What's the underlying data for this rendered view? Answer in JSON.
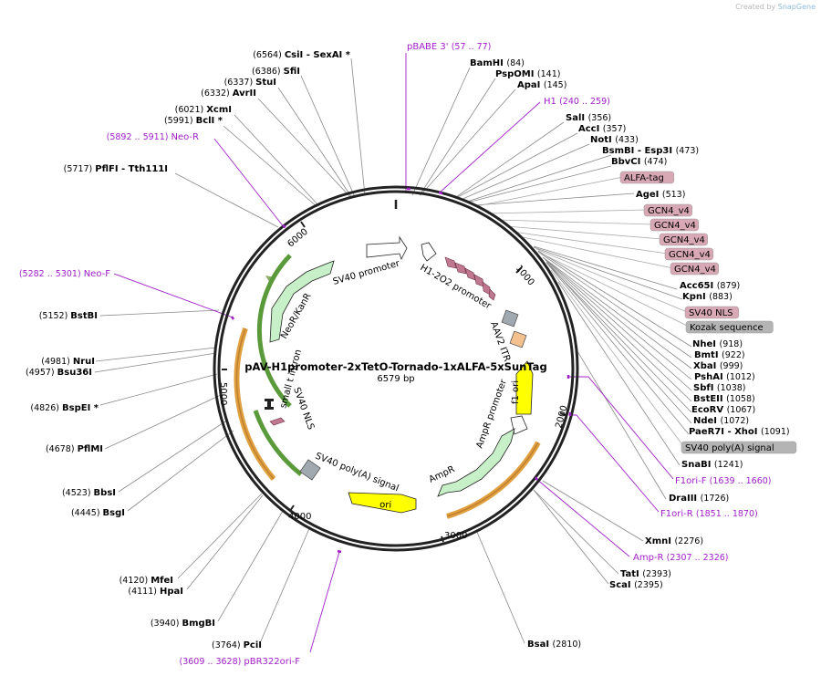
{
  "credit": {
    "prefix": "Created by",
    "brand": "SnapGene"
  },
  "plasmid": {
    "name": "pAV-H1promoter-2xTetO-Tornado-1xALFA-5xSunTag",
    "length": "6579 bp"
  },
  "ticks": [
    "1000",
    "2000",
    "3000",
    "4000",
    "5000",
    "6000"
  ],
  "feature_labels": {
    "sv40_promoter": "SV40 promoter",
    "h1_2o2_promoter": "H1-2O2 promoter",
    "aav2_itr": "AAV2 ITR",
    "f1_ori": "f1 ori",
    "ampr_promoter": "AmpR promoter",
    "ampr": "AmpR",
    "ori": "ori",
    "sv40_polya": "SV40 poly(A) signal",
    "sv40_nls": "SV40 NLS",
    "small_t_intron": "small t intron",
    "neor_kanr": "NeoR/KanR"
  },
  "sites": [
    {
      "pos": "(6564)",
      "name": "CsiI",
      "extra": "- SexAI *"
    },
    {
      "pos": "(6386)",
      "name": "SfiI"
    },
    {
      "pos": "(6337)",
      "name": "StuI"
    },
    {
      "pos": "(6332)",
      "name": "AvrII"
    },
    {
      "pos": "(6021)",
      "name": "XcmI"
    },
    {
      "pos": "(5991)",
      "name": "BclI *"
    },
    {
      "pos": "(5717)",
      "name": "PflFI",
      "extra": "- Tth111I"
    },
    {
      "pos": "(5152)",
      "name": "BstBI"
    },
    {
      "pos": "(4981)",
      "name": "NruI"
    },
    {
      "pos": "(4957)",
      "name": "Bsu36I"
    },
    {
      "pos": "(4826)",
      "name": "BspEI *"
    },
    {
      "pos": "(4678)",
      "name": "PflMI"
    },
    {
      "pos": "(4523)",
      "name": "BbsI"
    },
    {
      "pos": "(4445)",
      "name": "BsgI"
    },
    {
      "pos": "(4120)",
      "name": "MfeI"
    },
    {
      "pos": "(4111)",
      "name": "HpaI"
    },
    {
      "pos": "(3940)",
      "name": "BmgBI"
    },
    {
      "pos": "(3764)",
      "name": "PciI"
    },
    {
      "name": "BamHI",
      "pos": "(84)"
    },
    {
      "name": "PspOMI",
      "pos": "(141)"
    },
    {
      "name": "ApaI",
      "pos": "(145)"
    },
    {
      "name": "SalI",
      "pos": "(356)"
    },
    {
      "name": "AccI",
      "pos": "(357)"
    },
    {
      "name": "NotI",
      "pos": "(433)"
    },
    {
      "name": "BsmBI",
      "extra": "- Esp3I",
      "pos": "(473)"
    },
    {
      "name": "BbvCI",
      "pos": "(474)"
    },
    {
      "name": "AgeI",
      "pos": "(513)"
    },
    {
      "name": "Acc65I",
      "pos": "(879)"
    },
    {
      "name": "KpnI",
      "pos": "(883)"
    },
    {
      "name": "NheI",
      "pos": "(918)"
    },
    {
      "name": "BmtI",
      "pos": "(922)"
    },
    {
      "name": "XbaI",
      "pos": "(999)"
    },
    {
      "name": "PshAI",
      "pos": "(1012)"
    },
    {
      "name": "SbfI",
      "pos": "(1038)"
    },
    {
      "name": "BstEII",
      "pos": "(1058)"
    },
    {
      "name": "EcoRV",
      "pos": "(1067)"
    },
    {
      "name": "NdeI",
      "pos": "(1072)"
    },
    {
      "name": "PaeR7I",
      "extra": "- XhoI",
      "pos": "(1091)"
    },
    {
      "name": "SnaBI",
      "pos": "(1241)"
    },
    {
      "name": "DraIII",
      "pos": "(1726)"
    },
    {
      "name": "XmnI",
      "pos": "(2276)"
    },
    {
      "name": "TatI",
      "pos": "(2393)"
    },
    {
      "name": "ScaI",
      "pos": "(2395)"
    },
    {
      "name": "BsaI",
      "pos": "(2810)"
    }
  ],
  "primers": [
    {
      "name": "pBABE 3'",
      "range": "(57 .. 77)"
    },
    {
      "name": "H1",
      "range": "(240 .. 259)"
    },
    {
      "name": "Neo-R",
      "range": "(5892 .. 5911)"
    },
    {
      "name": "Neo-F",
      "range": "(5282 .. 5301)"
    },
    {
      "name": "F1ori-F",
      "range": "(1639 .. 1660)"
    },
    {
      "name": "F1ori-R",
      "range": "(1851 .. 1870)"
    },
    {
      "name": "Amp-R",
      "range": "(2307 .. 2326)"
    },
    {
      "name": "pBR322ori-F",
      "range": "(3609 .. 3628)"
    }
  ],
  "boxes": [
    {
      "text": "ALFA-tag",
      "color": "#d8a8b4"
    },
    {
      "text": "GCN4_v4",
      "color": "#d8a8b4"
    },
    {
      "text": "GCN4_v4",
      "color": "#d8a8b4"
    },
    {
      "text": "GCN4_v4",
      "color": "#d8a8b4"
    },
    {
      "text": "GCN4_v4",
      "color": "#d8a8b4"
    },
    {
      "text": "GCN4_v4",
      "color": "#d8a8b4"
    },
    {
      "text": "SV40 NLS",
      "color": "#d8a8b4"
    },
    {
      "text": "Kozak sequence",
      "color": "#b4b4b4"
    },
    {
      "text": "SV40 poly(A) signal",
      "color": "#b4b4b4"
    }
  ]
}
